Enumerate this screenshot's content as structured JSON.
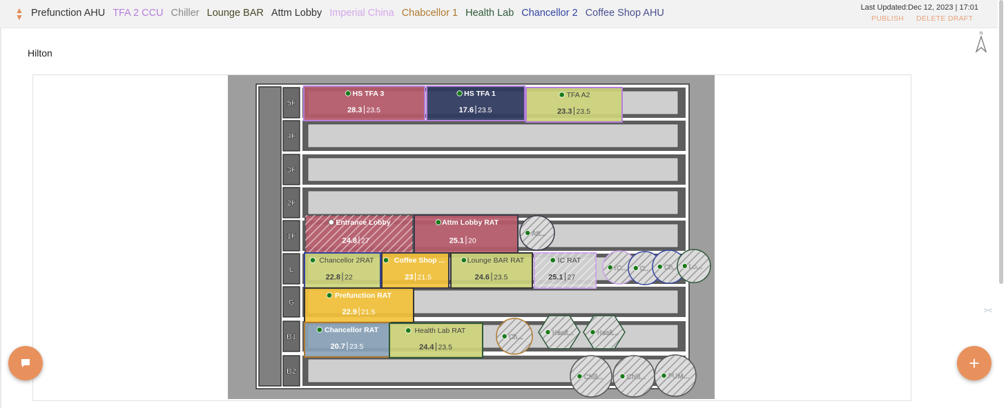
{
  "tabs": [
    {
      "label": "Prefunction AHU",
      "color": "#333333"
    },
    {
      "label": "TFA 2 CCU",
      "color": "#b57edc"
    },
    {
      "label": "Chiller",
      "color": "#888888"
    },
    {
      "label": "Lounge BAR",
      "color": "#4a4a2a"
    },
    {
      "label": "Attm Lobby",
      "color": "#333333"
    },
    {
      "label": "Imperial China",
      "color": "#d4a8ea"
    },
    {
      "label": "Chabcellor 1",
      "color": "#b07a30"
    },
    {
      "label": "Health Lab",
      "color": "#2f5a3a"
    },
    {
      "label": "Chancellor 2",
      "color": "#3344a0"
    },
    {
      "label": "Coffee Shop AHU",
      "color": "#4a5090"
    }
  ],
  "header": {
    "last_updated": "Last Updated:Dec 12, 2023 | 17:01",
    "publish": "PUBLISH",
    "delete_draft": "DELETE DRAFT"
  },
  "compass_label": "N",
  "page_title": "Hilton",
  "floors": [
    "5F",
    "4F",
    "3F",
    "2F",
    "1F",
    "L",
    "G",
    "B1",
    "B2"
  ],
  "zones": [
    {
      "name": "HS TFA 3",
      "value": "28.3",
      "setpoint": "23.5",
      "floor": "5F",
      "fill": "#b55a6a",
      "border": "#b57edc",
      "dark": true,
      "hatched": false,
      "dot": "#1a7a1a"
    },
    {
      "name": "HS TFA 1",
      "value": "17.6",
      "setpoint": "23.5",
      "floor": "5F",
      "fill": "#2f3a5e",
      "border": "#b57edc",
      "dark": true,
      "hatched": false,
      "dot": "#1a7a1a"
    },
    {
      "name": "TFA A2",
      "value": "23.3",
      "setpoint": "23.5",
      "floor": "5F",
      "fill": "#cdd47a",
      "border": "#b57edc",
      "dark": false,
      "hatched": false,
      "dot": "#1a7a1a"
    },
    {
      "name": "Entrance Lobby",
      "value": "24.8",
      "setpoint": "27",
      "floor": "1F",
      "fill": "#b55a6a",
      "border": "#555555",
      "dark": true,
      "hatched": true,
      "dot": "#ffffff"
    },
    {
      "name": "Attm Lobby RAT",
      "value": "25.1",
      "setpoint": "20",
      "floor": "1F",
      "fill": "#b55a6a",
      "border": "#3a3a4a",
      "dark": true,
      "hatched": false,
      "dot": "#1a7a1a"
    },
    {
      "name": "Chancellor 2RAT",
      "value": "22.8",
      "setpoint": "22",
      "floor": "L",
      "fill": "#cdd47a",
      "border": "#3344a0",
      "dark": false,
      "hatched": false,
      "dot": "#1a7a1a"
    },
    {
      "name": "Coffee Shop ...",
      "value": "23",
      "setpoint": "21.5",
      "floor": "L",
      "fill": "#f3c23b",
      "border": "#3a3a4a",
      "dark": true,
      "hatched": false,
      "dot": "#1a7a1a"
    },
    {
      "name": "Lounge BAR RAT",
      "value": "24.6",
      "setpoint": "23.5",
      "floor": "L",
      "fill": "#cdd47a",
      "border": "#333333",
      "dark": false,
      "hatched": false,
      "dot": "#1a7a1a"
    },
    {
      "name": "IC RAT",
      "value": "25.1",
      "setpoint": "27",
      "floor": "L",
      "fill": "#cfcfcf",
      "border": "#c9a0ea",
      "dark": false,
      "hatched": true,
      "dot": "#1a7a1a"
    },
    {
      "name": "Prefunction RAT",
      "value": "22.9",
      "setpoint": "21.5",
      "floor": "G",
      "fill": "#f3c23b",
      "border": "#333333",
      "dark": true,
      "hatched": false,
      "dot": "#1a7a1a"
    },
    {
      "name": "Chancellor RAT",
      "value": "20.7",
      "setpoint": "23.5",
      "floor": "B1",
      "fill": "#8aa3b8",
      "border": "#b07a30",
      "dark": true,
      "hatched": false,
      "dot": "#1a7a1a"
    },
    {
      "name": "Health Lab RAT",
      "value": "24.4",
      "setpoint": "23.5",
      "floor": "B1",
      "fill": "#cdd47a",
      "border": "#2f5a3a",
      "dark": false,
      "hatched": false,
      "dot": "#1a7a1a"
    }
  ],
  "equipment": [
    {
      "label": "Att...",
      "shape": "circle",
      "border": "#3a3a4a",
      "floor": "1F"
    },
    {
      "label": "IC...",
      "shape": "circle",
      "border": "#c9a0ea",
      "floor": "L"
    },
    {
      "label": "C...",
      "shape": "circle",
      "border": "#3344a0",
      "floor": "L"
    },
    {
      "label": "Ch...",
      "shape": "circle",
      "border": "#3344a0",
      "floor": "L"
    },
    {
      "label": "Lo...",
      "shape": "circle",
      "border": "#2f5a3a",
      "floor": "L"
    },
    {
      "label": "Ch...",
      "shape": "circle",
      "border": "#b07a30",
      "floor": "B1"
    },
    {
      "label": "Healt...",
      "shape": "hexagon",
      "border": "#2f5a3a",
      "floor": "B1"
    },
    {
      "label": "Healt...",
      "shape": "hexagon",
      "border": "#2f5a3a",
      "floor": "B1"
    },
    {
      "label": "Chill...",
      "shape": "circle",
      "border": "#555555",
      "floor": "B2"
    },
    {
      "label": "Chill...",
      "shape": "circle",
      "border": "#555555",
      "floor": "B2"
    },
    {
      "label": "PUM...",
      "shape": "circle",
      "border": "#555555",
      "floor": "B2"
    }
  ]
}
